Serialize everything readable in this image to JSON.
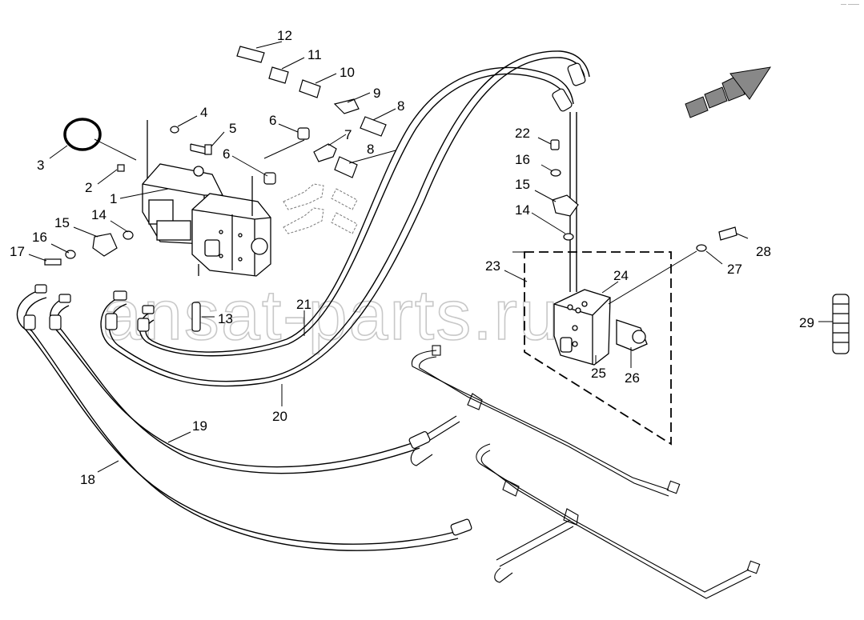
{
  "watermark": "ansat-parts.ru",
  "corner_mark": "— ——",
  "callouts": [
    "1",
    "2",
    "3",
    "4",
    "5",
    "6",
    "6",
    "7",
    "8",
    "8",
    "9",
    "10",
    "11",
    "12",
    "13",
    "14",
    "14",
    "15",
    "15",
    "16",
    "16",
    "17",
    "18",
    "19",
    "20",
    "21",
    "22",
    "23",
    "24",
    "25",
    "26",
    "27",
    "28",
    "29"
  ]
}
